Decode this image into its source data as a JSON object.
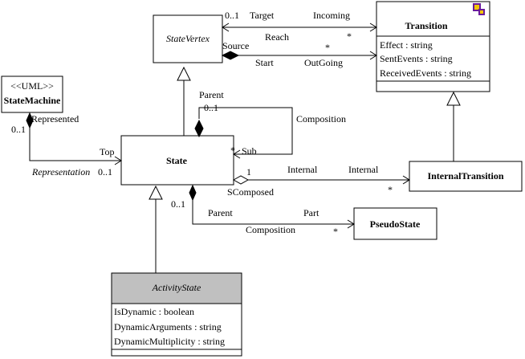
{
  "diagram": {
    "classes": {
      "state_vertex": {
        "name": "StateVertex"
      },
      "transition": {
        "name": "Transition",
        "attributes": [
          "Effect : string",
          "SentEvents : string",
          "ReceivedEvents : string"
        ]
      },
      "state_machine": {
        "stereotype": "<<UML>>",
        "name": "StateMachine"
      },
      "state": {
        "name": "State"
      },
      "internal_transition": {
        "name": "InternalTransition"
      },
      "pseudo_state": {
        "name": "PseudoState"
      },
      "activity_state": {
        "name": "ActivityState",
        "attributes": [
          "IsDynamic : boolean",
          "DynamicArguments : string",
          "DynamicMultiplicity : string"
        ]
      }
    },
    "labels": {
      "target_mult": "0..1",
      "target": "Target",
      "incoming": "Incoming",
      "incoming_mult": "*",
      "reach": "Reach",
      "source": "Source",
      "outgoing_mult": "*",
      "start": "Start",
      "outgoing": "OutGoing",
      "parent_role": "Parent",
      "parent_mult": "0..1",
      "composition_self": "Composition",
      "sub_mult": "*",
      "sub": "Sub",
      "represented_mult": "0..1",
      "represented": "Represented",
      "top": "Top",
      "representation": "Representation",
      "top_mult": "0..1",
      "internal_owner_mult": "1",
      "internal_a": "Internal",
      "internal_b": "Internal",
      "scomposed": "SComposed",
      "internal_mult": "*",
      "pseudo_parent_mult": "0..1",
      "pseudo_parent": "Parent",
      "part": "Part",
      "composition_pseudo": "Composition",
      "part_mult": "*"
    },
    "colors": {
      "line": "#000000",
      "box_fill": "#ffffff",
      "abstract_fill": "#c0c0c0",
      "icon_purple": "#6a1b9a",
      "icon_yellow": "#f2c500"
    }
  }
}
